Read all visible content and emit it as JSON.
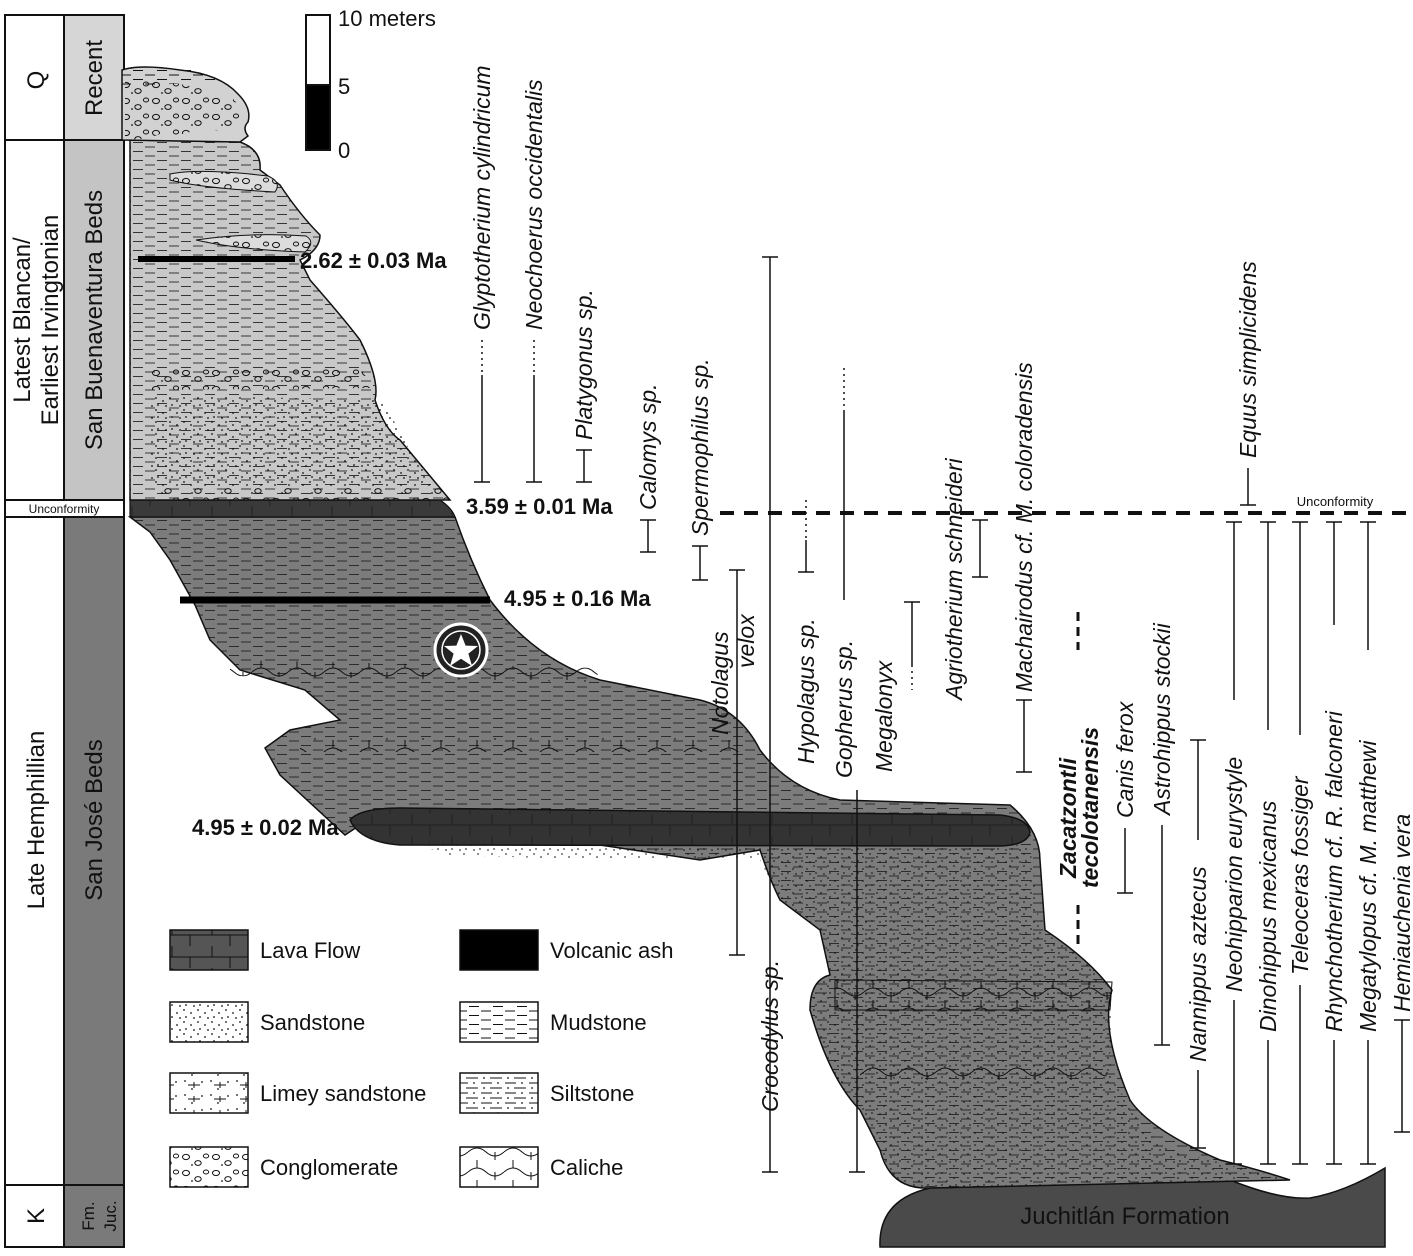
{
  "periods": {
    "quaternary": "Q",
    "blancan_line1": "Latest Blancan/",
    "blancan_line2": "Earliest Irvingtonian",
    "hemphillian": "Late Hemphillian",
    "cretaceous": "K"
  },
  "units": {
    "recent": "Recent",
    "san_buenaventura": "San Buenaventura Beds",
    "san_jose": "San José Beds",
    "juc_line1": "Juc.",
    "juc_line2": "Fm.",
    "juchitlan": "Juchitlán Formation",
    "unconformity_left": "Unconformity",
    "unconformity_right": "Unconformity"
  },
  "scale_bar": {
    "top_label": "10 meters",
    "mid_label": "5",
    "bottom_label": "0"
  },
  "dates": {
    "d1": "2.62 ± 0.03 Ma",
    "d2": "3.59 ± 0.01 Ma",
    "d3": "4.95 ± 0.16 Ma",
    "d4": "4.95 ± 0.02 Ma"
  },
  "taxa": {
    "glyptotherium": "Glyptotherium cylindricum",
    "neochoerus": "Neochoerus occidentalis",
    "platygonus": "Platygonus sp.",
    "calomys": "Calomys sp.",
    "spermophilus": "Spermophilus sp.",
    "notolagus_1": "Notolagus",
    "notolagus_2": "velox",
    "crocodylus": "Crocodylus sp.",
    "hypolagus": "Hypolagus sp.",
    "gopherus": "Gopherus sp.",
    "megalonyx": "Megalonyx",
    "agriotherium": "Agriotherium schneideri",
    "machairodus": "Machairodus cf. M. coloradensis",
    "zacatzontli_1": "Zacatzontli",
    "zacatzontli_2": "tecolotanensis",
    "canis": "Canis ferox",
    "astrohippus": "Astrohippus stockii",
    "nannippus": "Nannippus aztecus",
    "neohipparion": "Neohipparion eurystyle",
    "equus": "Equus simplicidens",
    "dinohippus": "Dinohippus mexicanus",
    "teleoceras": "Teleoceras fossiger",
    "rhynchotherium": "Rhynchotherium cf. R. falconeri",
    "megatylopus": "Megatylopus cf. M. matthewi",
    "hemiauchenia": "Hemiauchenia vera"
  },
  "legend": {
    "lava": "Lava Flow",
    "ash": "Volcanic ash",
    "sandstone": "Sandstone",
    "mudstone": "Mudstone",
    "limey": "Limey sandstone",
    "siltstone": "Siltstone",
    "conglomerate": "Conglomerate",
    "caliche": "Caliche"
  },
  "colors": {
    "upper_beds": "#c9c9c9",
    "lower_beds": "#777777",
    "lava": "#3d3d3d",
    "ash": "#000000",
    "juchitlan": "#4d4d4d"
  }
}
